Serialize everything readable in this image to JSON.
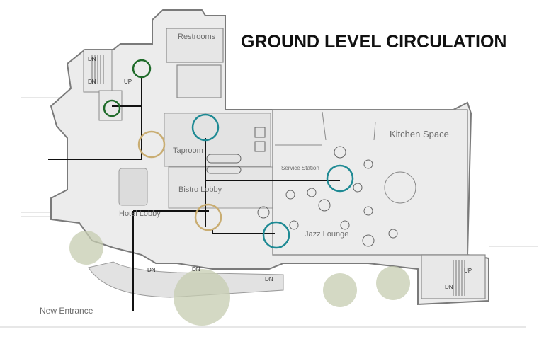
{
  "title": "GROUND LEVEL CIRCULATION",
  "rooms": {
    "restrooms": "Restrooms",
    "taproom": "Taproom",
    "bistro_lobby": "Bistro Lobby",
    "hotel_lobby": "Hotel Lobby",
    "jazz_lounge": "Jazz Lounge",
    "service_station": "Service Station",
    "kitchen_space": "Kitchen Space"
  },
  "entrance": "New Entrance",
  "stair_labels": {
    "dn1": "DN",
    "dn2": "DN",
    "up1": "UP",
    "dn3": "DN",
    "dn4": "DN",
    "dn5": "DN",
    "up2": "UP",
    "dn6": "DN"
  },
  "colors": {
    "green_node": "#1f6b2a",
    "teal_node": "#1f8a94",
    "tan_node": "#c9ad72",
    "path": "#111111",
    "wall": "#7a7a7a",
    "floor": "#ececec",
    "tree": "#c6ccb0"
  }
}
